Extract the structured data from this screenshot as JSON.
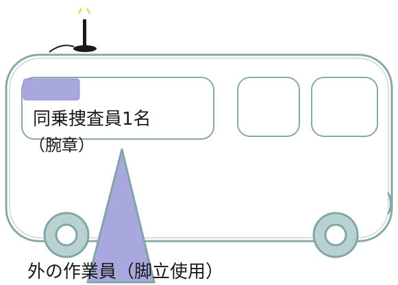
{
  "labels": {
    "investigator": "同乗捜査員1名",
    "armband": "（腕章）",
    "outside_worker": "外の作業員（脚立使用）"
  },
  "colors": {
    "outline": "#8aa7a7",
    "wheel": "#7fa6a6",
    "wheel_fill": "#b9d1d1",
    "armband": "#a8a8de",
    "ladder": "#a8a8de",
    "antenna": "#1a1a1a",
    "signal": "#e6cf4a"
  },
  "icons": {
    "antenna": "antenna-icon",
    "armband": "armband-icon",
    "ladder": "ladder-icon"
  }
}
